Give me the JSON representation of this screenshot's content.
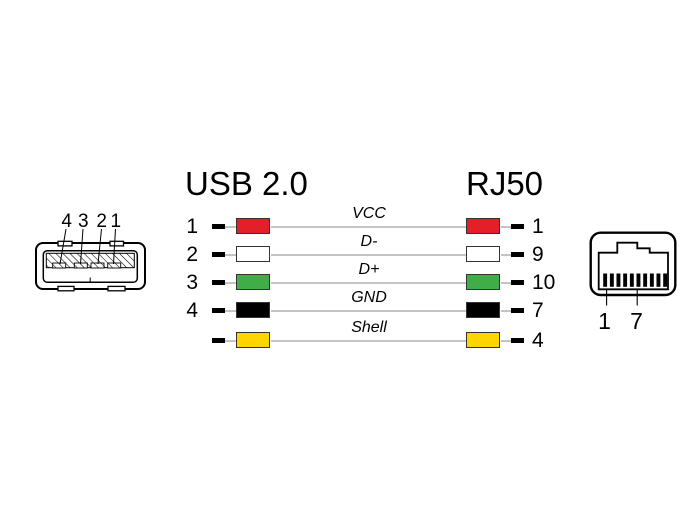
{
  "diagram": {
    "title_left": "USB 2.0",
    "title_right": "RJ50",
    "wire_rows": [
      {
        "usb_pin": "1",
        "signal": "VCC",
        "color": "#e32028",
        "rj50_pin": "1"
      },
      {
        "usb_pin": "2",
        "signal": "D-",
        "color": "#ffffff",
        "rj50_pin": "9"
      },
      {
        "usb_pin": "3",
        "signal": "D+",
        "color": "#3fae49",
        "rj50_pin": "10"
      },
      {
        "usb_pin": "4",
        "signal": "GND",
        "color": "#000000",
        "rj50_pin": "7"
      },
      {
        "usb_pin": "",
        "signal": "Shell",
        "color": "#ffd500",
        "rj50_pin": "4"
      }
    ],
    "usb_connector": {
      "pin_labels": [
        "4",
        "3",
        "2",
        "1"
      ]
    },
    "rj50_connector": {
      "pin_labels": [
        "1",
        "7"
      ]
    },
    "colors": {
      "wire_red": "#e32028",
      "wire_white": "#ffffff",
      "wire_green": "#3fae49",
      "wire_black": "#000000",
      "wire_yellow": "#ffd500"
    }
  }
}
